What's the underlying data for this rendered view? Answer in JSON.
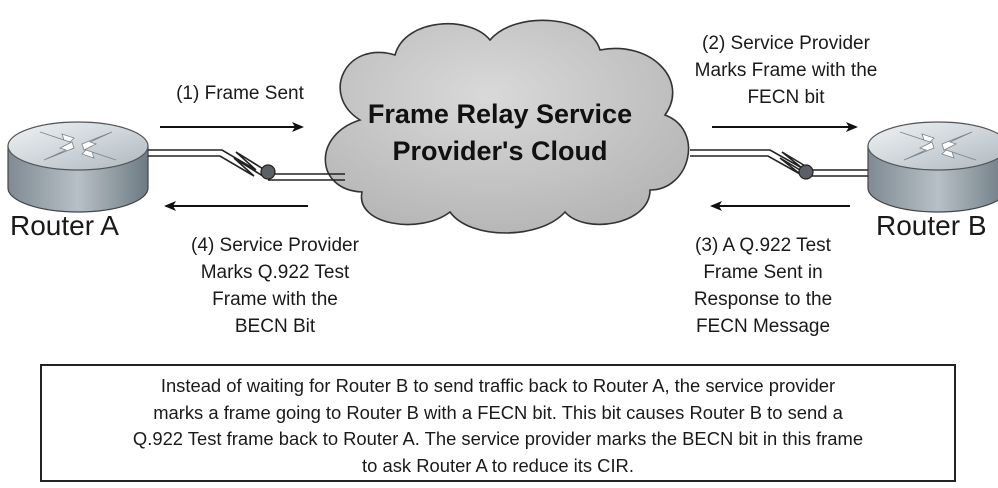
{
  "cloud": {
    "line1": "Frame Relay Service",
    "line2": "Provider's Cloud"
  },
  "routers": {
    "a": "Router A",
    "b": "Router B"
  },
  "steps": {
    "s1": [
      "(1) Frame Sent"
    ],
    "s2": [
      "(2) Service Provider",
      "Marks Frame with the",
      "FECN bit"
    ],
    "s3": [
      "(3) A Q.922 Test",
      "Frame Sent in",
      "Response to the",
      "FECN Message"
    ],
    "s4": [
      "(4) Service Provider",
      "Marks Q.922 Test",
      "Frame with the",
      "BECN Bit"
    ]
  },
  "caption": [
    "Instead of waiting for Router B to send traffic back to Router A, the service provider",
    "marks a frame going to Router B with a FECN bit. This bit causes Router B to send a",
    "Q.922 Test frame back to Router A. The service provider marks the BECN bit in this frame",
    "to ask Router A to reduce its CIR."
  ],
  "colors": {
    "cloud_fill": "#c8c8c8",
    "router_body": "#9aa4ac",
    "router_top": "#d7dde1",
    "line": "#222222"
  }
}
